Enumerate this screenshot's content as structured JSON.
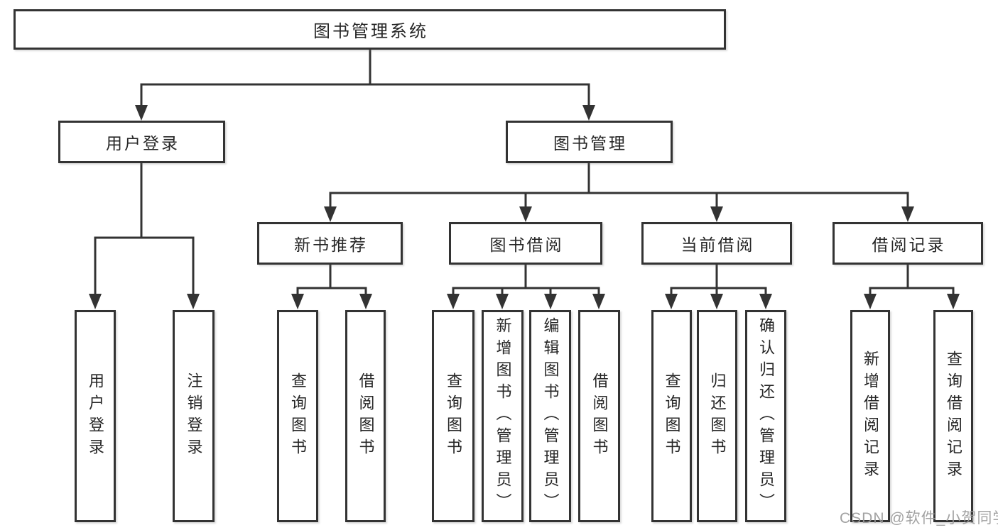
{
  "tree": {
    "root": {
      "label": "图书管理系统"
    },
    "branches": [
      {
        "label": "用户登录",
        "children": [
          {
            "label": "用户登录"
          },
          {
            "label": "注销登录"
          }
        ]
      },
      {
        "label": "图书管理",
        "children": [
          {
            "label": "新书推荐",
            "children": [
              {
                "label": "查询图书"
              },
              {
                "label": "借阅图书"
              }
            ]
          },
          {
            "label": "图书借阅",
            "children": [
              {
                "label": "查询图书"
              },
              {
                "label": "新增图书（管理员）"
              },
              {
                "label": "编辑图书（管理员）"
              },
              {
                "label": "借阅图书"
              }
            ]
          },
          {
            "label": "当前借阅",
            "children": [
              {
                "label": "查询图书"
              },
              {
                "label": "归还图书"
              },
              {
                "label": "确认归还（管理员）"
              }
            ]
          },
          {
            "label": "借阅记录",
            "children": [
              {
                "label": "新增借阅记录"
              },
              {
                "label": "查询借阅记录"
              }
            ]
          }
        ]
      }
    ]
  },
  "watermark": {
    "text": "CSDN @软件_小贺同学"
  },
  "colors": {
    "line": "#333333",
    "text": "#262626",
    "box_bg": "#ffffff",
    "watermark": "#9b9b9b",
    "background": "#ffffff"
  }
}
